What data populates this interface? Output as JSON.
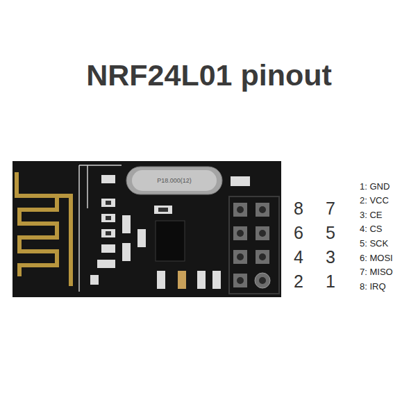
{
  "diagram": {
    "title": "NRF24L01 pinout",
    "labels": [
      "P18.000(12)",
      "8",
      "7",
      "6",
      "5",
      "4",
      "3",
      "2",
      "1",
      "1: GND",
      "2: VCC",
      "3: CE",
      "4: CS",
      "5: SCK",
      "6: MOSI",
      "7: MISO",
      "8: IRQ"
    ]
  }
}
